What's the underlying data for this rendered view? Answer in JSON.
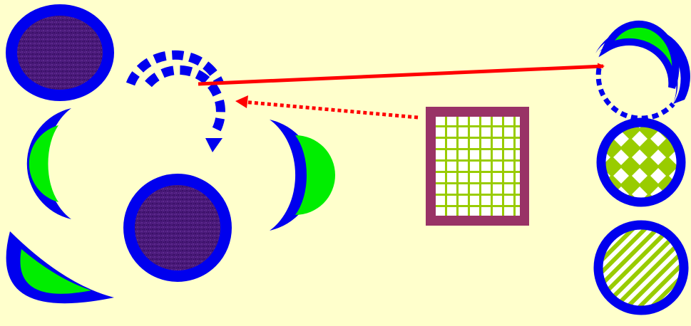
{
  "canvas": {
    "background": "#ffffcc"
  },
  "colors": {
    "outline": "#0000ee",
    "fill_green": "#00ee00",
    "fill_texture": "#4a1a7a",
    "frame": "#993366",
    "grid_lines": "#99cc00",
    "arrow": "#ff0000",
    "white": "#ffffff"
  },
  "shapes": [
    {
      "name": "textured-circle",
      "fill": "purple-texture"
    },
    {
      "name": "crescent",
      "fill": "green"
    },
    {
      "name": "wedge",
      "fill": "green"
    },
    {
      "name": "textured-circle",
      "fill": "purple-texture"
    },
    {
      "name": "dashed-arc-arrow",
      "fill": "none"
    },
    {
      "name": "crescent",
      "fill": "green"
    },
    {
      "name": "grid-square",
      "fill": "grid-pattern"
    },
    {
      "name": "half-dashed-circle",
      "fill": "green"
    },
    {
      "name": "diamond-pattern-circle",
      "fill": "diamond-pattern"
    },
    {
      "name": "diagonal-stripe-circle",
      "fill": "stripe-pattern"
    }
  ],
  "connectors": [
    {
      "name": "solid-arrow",
      "style": "solid"
    },
    {
      "name": "dotted-arrow",
      "style": "dotted"
    }
  ]
}
